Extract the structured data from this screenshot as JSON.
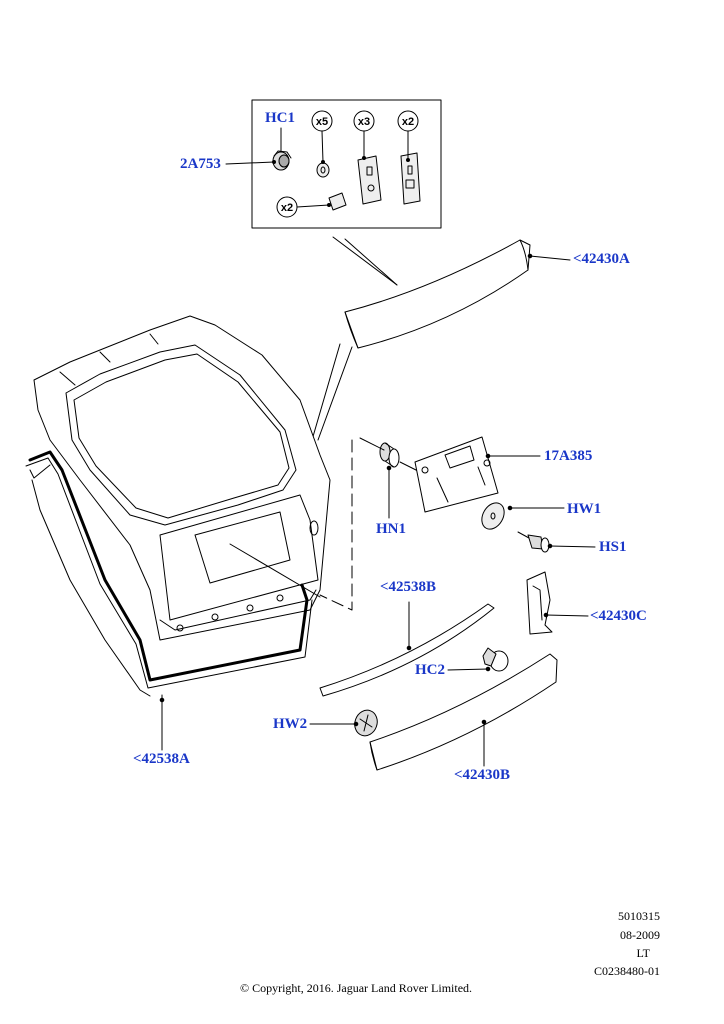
{
  "callouts": {
    "c2a753": "2A753",
    "hc1": "HC1",
    "c42430a": "<42430A",
    "c17a385": "17A385",
    "hw1": "HW1",
    "hn1": "HN1",
    "hs1": "HS1",
    "c42538b": "<42538B",
    "c42430c": "<42430C",
    "hc2": "HC2",
    "hw2": "HW2",
    "c42538a": "<42538A",
    "c42430b": "<42430B"
  },
  "kit_quantities": {
    "q1": "x5",
    "q2": "x3",
    "q3": "x2",
    "q4": "x2"
  },
  "footer": {
    "drawing_number": "5010315",
    "date": "08-2009",
    "code": "LT",
    "reference": "C0238480-01",
    "copyright": "© Copyright, 2016. Jaguar Land Rover Limited."
  },
  "colors": {
    "callout": "#1a37c8",
    "line": "#000000"
  }
}
